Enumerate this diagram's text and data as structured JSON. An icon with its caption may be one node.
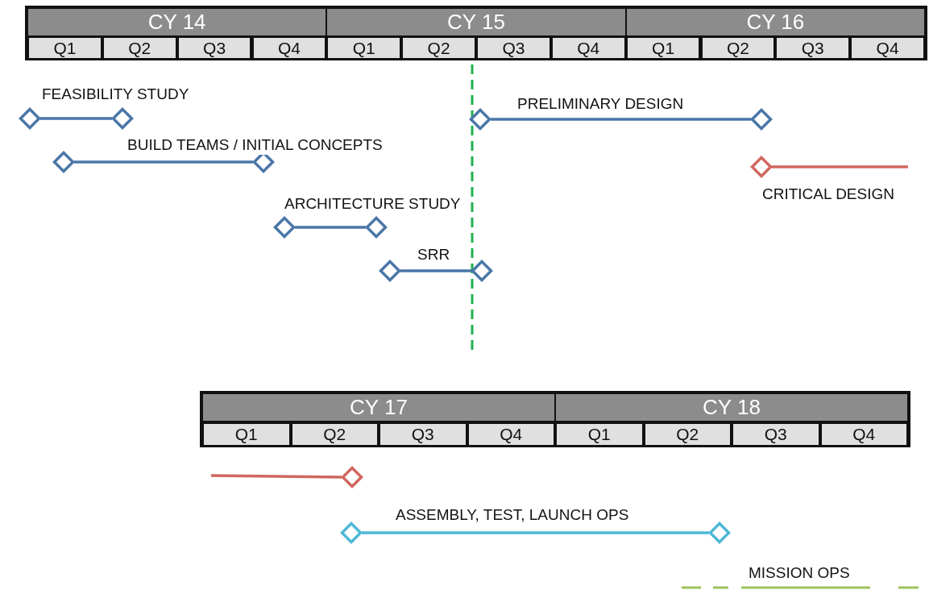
{
  "diagram": {
    "nodes": [
      {
        "text": [
          "CY 14"
        ]
      },
      {
        "text": [
          "CY 15"
        ]
      },
      {
        "text": [
          "CY 16"
        ]
      },
      {
        "text": [
          "Q1"
        ]
      },
      {
        "text": [
          "Q2"
        ]
      },
      {
        "text": [
          "Q3"
        ]
      },
      {
        "text": [
          "Q4"
        ]
      },
      {
        "text": [
          "Q1"
        ]
      },
      {
        "text": [
          "Q2"
        ]
      },
      {
        "text": [
          "Q3"
        ]
      },
      {
        "text": [
          "Q4"
        ]
      },
      {
        "text": [
          "Q1"
        ]
      },
      {
        "text": [
          "Q2"
        ]
      },
      {
        "text": [
          "Q3"
        ]
      },
      {
        "text": [
          "Q4"
        ]
      },
      {
        "text": [],
        "shape": "diamond"
      },
      {
        "text": [],
        "shape": "diamond"
      },
      {
        "text": [],
        "shape": "diamond"
      },
      {
        "text": [],
        "shape": "diamond"
      },
      {
        "text": [],
        "shape": "diamond"
      },
      {
        "text": [],
        "shape": "diamond"
      },
      {
        "text": [],
        "shape": "diamond"
      },
      {
        "text": [],
        "shape": "diamond"
      },
      {
        "text": [],
        "shape": "diamond"
      },
      {
        "text": [],
        "shape": "diamond"
      },
      {
        "text": [],
        "shape": "diamond"
      },
      {
        "text": [
          "CY 17"
        ]
      },
      {
        "text": [
          "CY 18"
        ]
      },
      {
        "text": [
          "Q1"
        ]
      },
      {
        "text": [
          "Q2"
        ]
      },
      {
        "text": [
          "Q3"
        ]
      },
      {
        "text": [
          "Q4"
        ]
      },
      {
        "text": [
          "Q1"
        ]
      },
      {
        "text": [
          "Q2"
        ]
      },
      {
        "text": [
          "Q3"
        ]
      },
      {
        "text": [
          "Q4"
        ]
      },
      {
        "text": [],
        "shape": "diamond"
      },
      {
        "text": [],
        "shape": "diamond"
      },
      {
        "text": [],
        "shape": "diamond"
      }
    ],
    "edges": [
      {
        "from": 15,
        "to": 16,
        "arrow": "none",
        "label": "FEASIBILITY STUDY"
      },
      {
        "from": 17,
        "to": 18,
        "arrow": "none",
        "label": "PRELIMINARY DESIGN"
      },
      {
        "from": 19,
        "to": 20,
        "arrow": "none",
        "label": "BUILD TEAMS / INITIAL CONCEPTS"
      },
      {
        "from": 21,
        "to": null,
        "arrow": "none",
        "label": "CRITICAL DESIGN",
        "color": "#d0675f"
      },
      {
        "from": 22,
        "to": 23,
        "arrow": "none",
        "label": "ARCHITECTURE STUDY"
      },
      {
        "from": 24,
        "to": 25,
        "arrow": "none",
        "label": "SRR"
      },
      {
        "from": null,
        "to": 36,
        "arrow": "none",
        "color": "#d0675f"
      },
      {
        "from": 37,
        "to": 38,
        "arrow": "none",
        "label": "ASSEMBLY, TEST, LAUNCH OPS",
        "color": "#4db8d6"
      }
    ],
    "labels": [
      "MISSION OPS"
    ]
  }
}
